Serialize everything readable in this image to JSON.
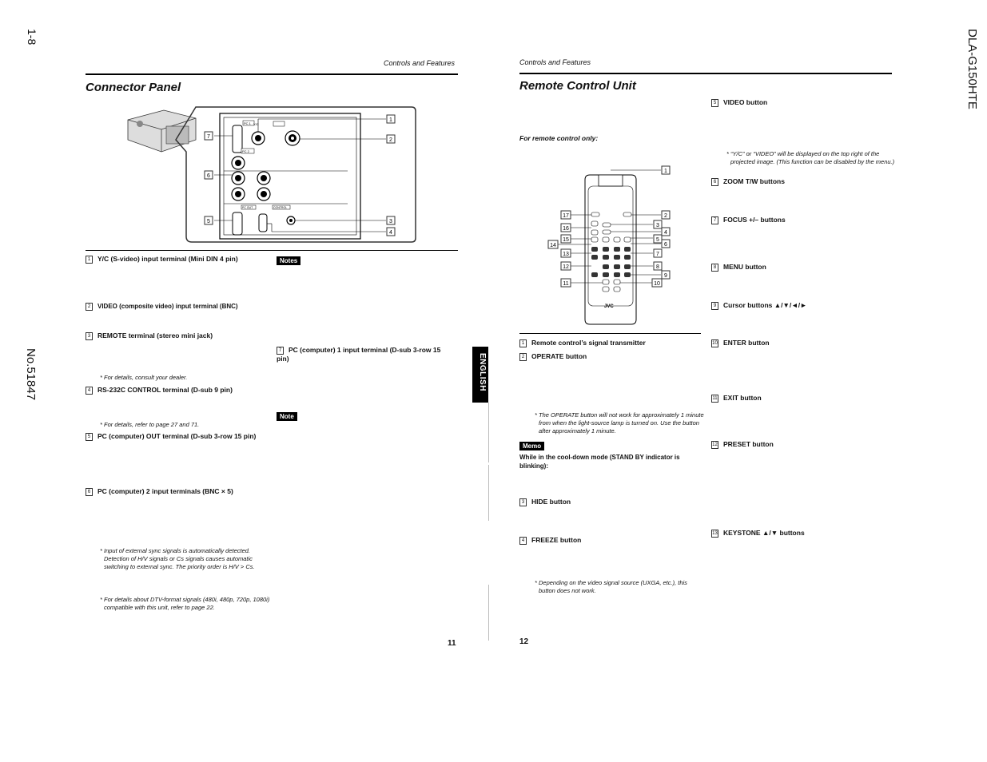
{
  "margin": {
    "page_ref": "1-8",
    "doc_number": "No.51847",
    "model": "DLA-G150HTE",
    "language_tab": "ENGLISH"
  },
  "left_page": {
    "header": "Controls and Features",
    "title": "Connector Panel",
    "page_number": "11",
    "callout_labels": [
      "1",
      "2",
      "3",
      "4",
      "5",
      "6",
      "7"
    ],
    "panel_labels": {
      "pc1": "PC 1",
      "yc": "Y/C",
      "video": "VIDEO",
      "pc2": "PC 2",
      "pcout": "PC OUT",
      "control": "CONTROL"
    },
    "items": [
      {
        "num": "1",
        "text": "Y/C (S-video) input terminal (Mini DIN 4 pin)"
      },
      {
        "num": "2",
        "text": "VIDEO (composite video) input terminal (BNC)"
      },
      {
        "num": "3",
        "text": "REMOTE terminal (stereo mini jack)"
      },
      {
        "num": "4",
        "text": "RS-232C CONTROL terminal (D-sub 9 pin)"
      },
      {
        "num": "5",
        "text": "PC (computer) OUT terminal (D-sub 3-row 15 pin)"
      },
      {
        "num": "6",
        "text": "PC (computer) 2 input terminals (BNC × 5)"
      },
      {
        "num": "7",
        "text": "PC (computer) 1 input terminal (D-sub 3-row 15 pin)"
      }
    ],
    "notes_badge": "Notes",
    "note_badge": "Note",
    "footnotes": {
      "dealer": "* For details, consult your dealer.",
      "refer": "* For details, refer to page 27 and 71.",
      "sync": "* Input of external sync signals is automatically detected. Detection of H/V signals or Cs signals causes automatic switching to external sync. The priority order is H/V > Cs.",
      "dtv": "* For details about DTV-format signals (480i, 480p, 720p, 1080i) compatible with this unit, refer to page 22."
    }
  },
  "right_page": {
    "header": "Controls and Features",
    "title": "Remote Control Unit",
    "page_number": "12",
    "subtitle": "For remote control only:",
    "remote_brand": "JVC",
    "callout_labels_right": [
      "1",
      "2",
      "3",
      "4",
      "5",
      "6",
      "7",
      "8",
      "9",
      "10"
    ],
    "callout_labels_left": [
      "17",
      "16",
      "15",
      "14",
      "13",
      "12",
      "11"
    ],
    "items_left": [
      {
        "num": "1",
        "text": "Remote control’s signal transmitter"
      },
      {
        "num": "2",
        "text": "OPERATE button"
      },
      {
        "num": "3",
        "text": "HIDE button"
      },
      {
        "num": "4",
        "text": "FREEZE button"
      }
    ],
    "items_right": [
      {
        "num": "5",
        "text": "VIDEO button"
      },
      {
        "num": "6",
        "text": "ZOOM T/W buttons"
      },
      {
        "num": "7",
        "text": "FOCUS +/– buttons"
      },
      {
        "num": "8",
        "text": "MENU button"
      },
      {
        "num": "9",
        "text": "Cursor buttons ▲/▼/◄/►"
      },
      {
        "num": "10",
        "text": "ENTER button"
      },
      {
        "num": "11",
        "text": "EXIT button"
      },
      {
        "num": "12",
        "text": "PRESET button"
      },
      {
        "num": "13",
        "text": "KEYSTONE ▲/▼ buttons"
      }
    ],
    "operate_note": "* The OPERATE button will not work for approximately 1 minute from when the light-source lamp is turned on. Use the button after approximately 1 minute.",
    "memo_badge": "Memo",
    "memo_text": "While in the cool-down mode (STAND BY indicator is blinking):",
    "freeze_note": "* Depending on the video signal source (UXGA, etc.), this button does not work.",
    "video_note": "* “Y/C” or “VIDEO” will be displayed on the top right of the projected image. (This function can be disabled by the menu.)"
  }
}
